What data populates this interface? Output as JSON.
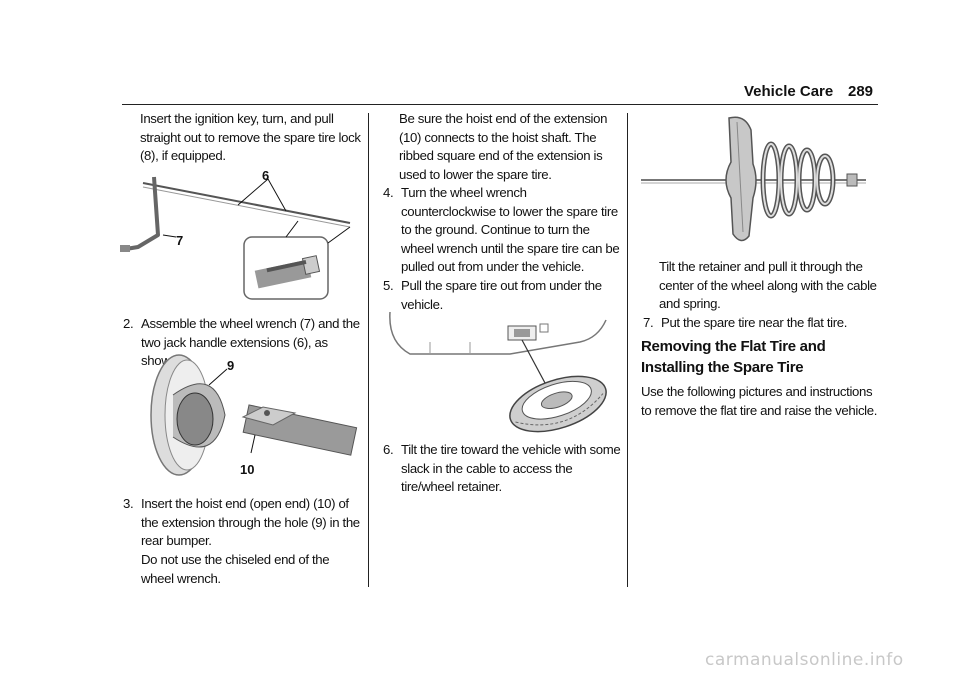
{
  "header": {
    "section": "Vehicle Care",
    "page_number": "289"
  },
  "column1": {
    "intro": "Insert the ignition key, turn, and pull straight out to remove the spare tire lock (8), if equipped.",
    "figure1_callouts": [
      "6",
      "7"
    ],
    "step2": {
      "num": "2.",
      "text": "Assemble the wheel wrench (7) and the two jack handle extensions (6), as shown."
    },
    "figure2_callouts": [
      "9",
      "10"
    ],
    "step3": {
      "num": "3.",
      "text": "Insert the hoist end (open end) (10) of the extension through the hole (9) in the rear bumper."
    },
    "note": "Do not use the chiseled end of the wheel wrench."
  },
  "column2": {
    "cont": "Be sure the hoist end of the extension (10) connects to the hoist shaft. The ribbed square end of the extension is used to lower the spare tire.",
    "step4": {
      "num": "4.",
      "text": "Turn the wheel wrench counterclockwise to lower the spare tire to the ground. Continue to turn the wheel wrench until the spare tire can be pulled out from under the vehicle."
    },
    "step5": {
      "num": "5.",
      "text": "Pull the spare tire out from under the vehicle."
    },
    "step6": {
      "num": "6.",
      "text": "Tilt the tire toward the vehicle with some slack in the cable to access the tire/wheel retainer."
    }
  },
  "column3": {
    "cont": "Tilt the retainer and pull it through the center of the wheel along with the cable and spring.",
    "step7": {
      "num": "7.",
      "text": "Put the spare tire near the flat tire."
    },
    "heading": "Removing the Flat Tire and Installing the Spare Tire",
    "para": "Use the following pictures and instructions to remove the flat tire and raise the vehicle."
  },
  "watermark": "carmanualsonline.info"
}
